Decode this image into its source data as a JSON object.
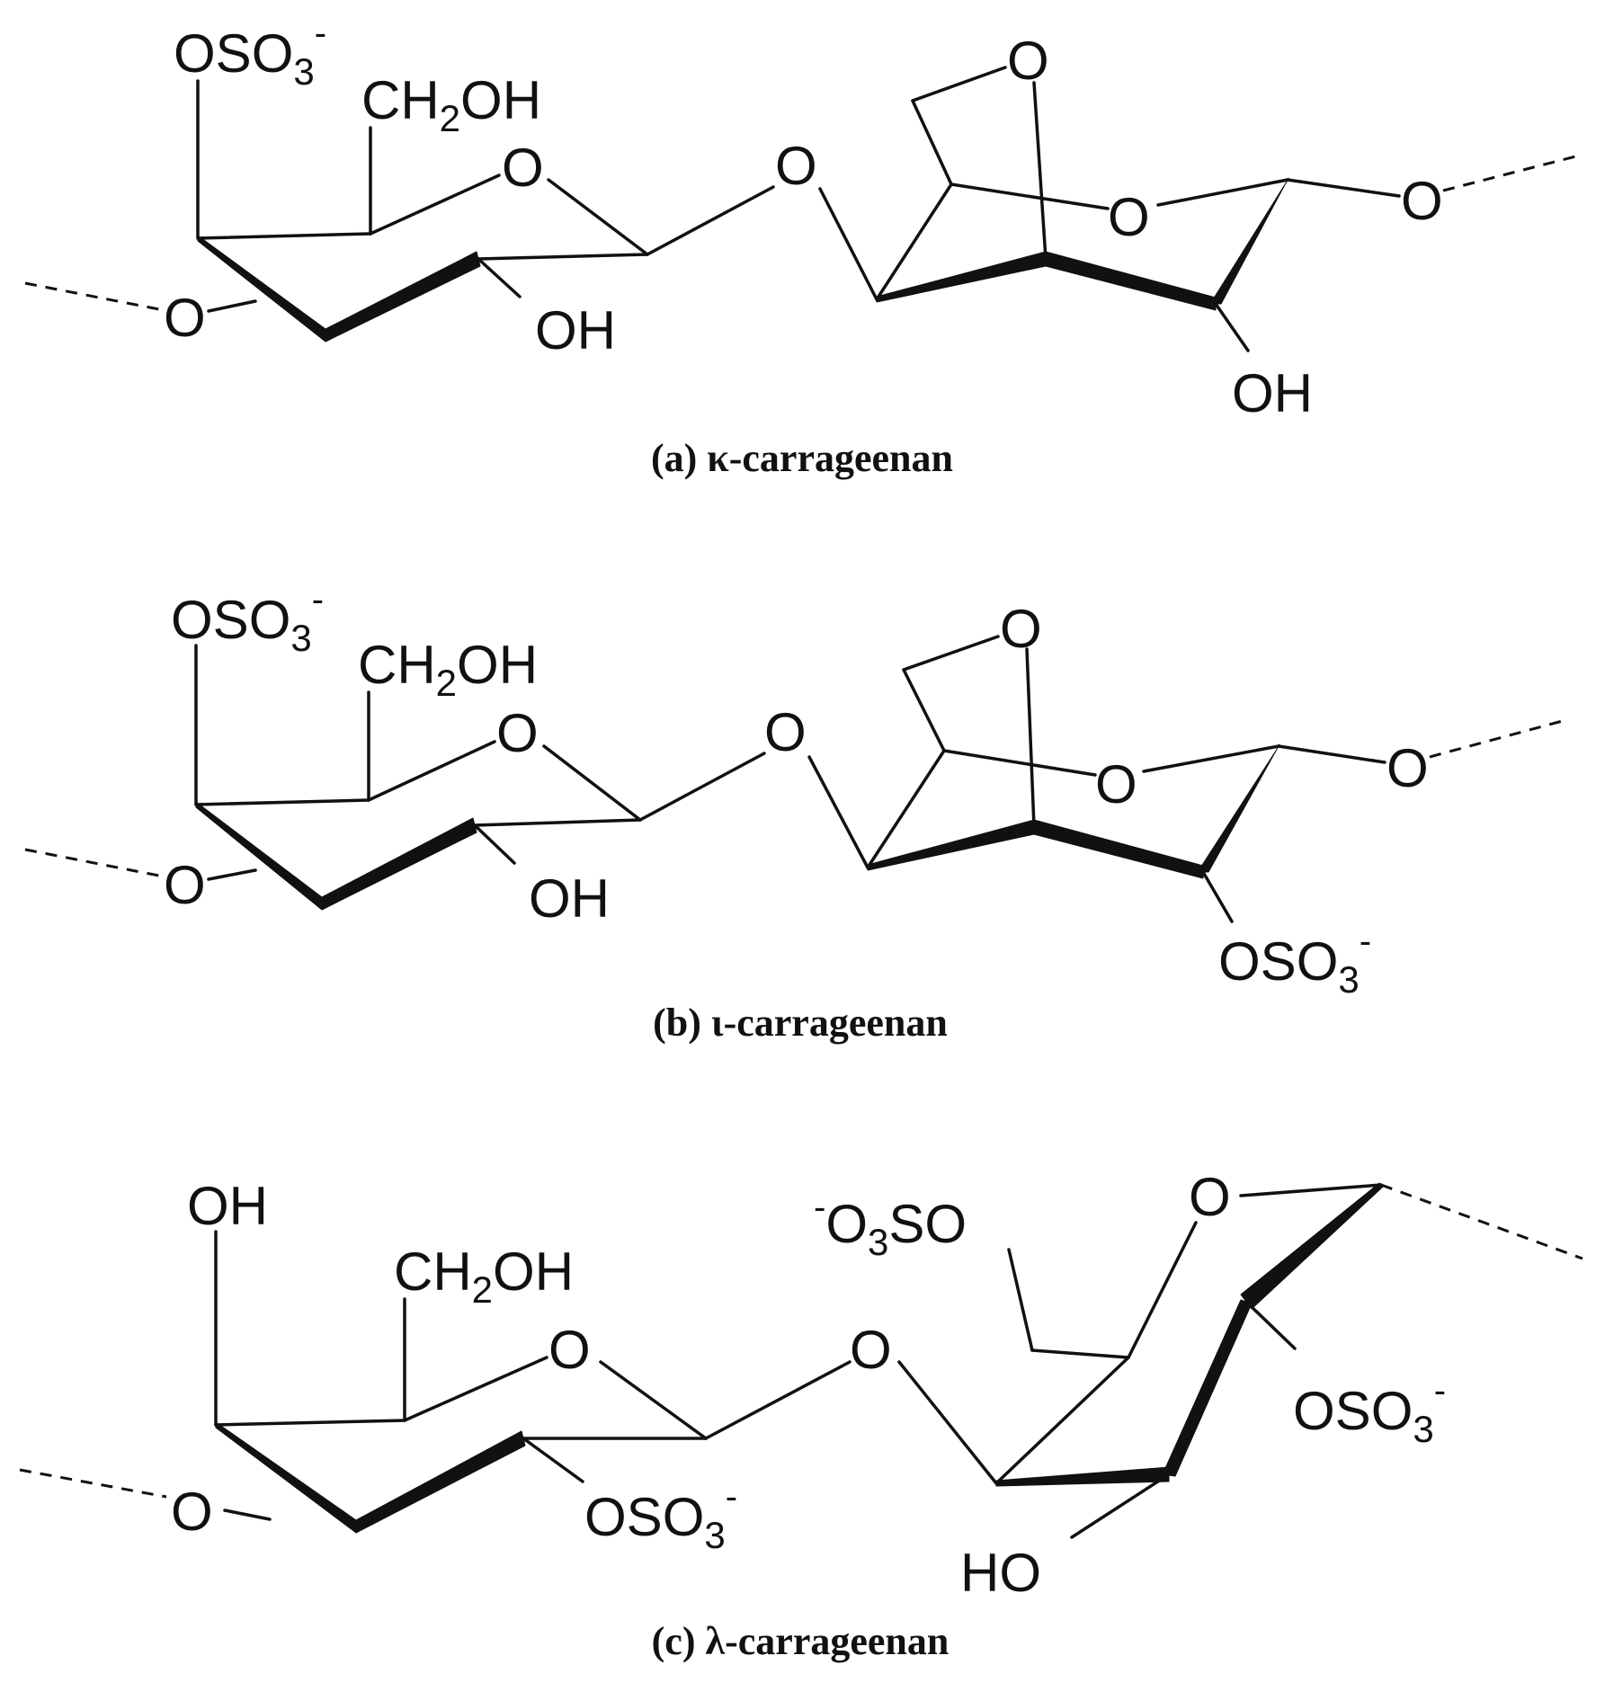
{
  "panels": [
    {
      "id": "a",
      "caption": "(a) κ-carrageenan",
      "labels": {
        "sulfate_top": {
          "main": "OSO",
          "sub": "3",
          "sup": "-"
        },
        "ch2oh": {
          "pre": "CH",
          "sub": "2",
          "post": "OH"
        },
        "ring_o1": "O",
        "oh1": "OH",
        "o_left": "O",
        "o_glyco": "O",
        "o_bridge": "O",
        "ring_o2": "O",
        "o_right": "O",
        "oh2": "OH"
      }
    },
    {
      "id": "b",
      "caption": "(b) ι-carrageenan",
      "labels": {
        "sulfate_top": {
          "main": "OSO",
          "sub": "3",
          "sup": "-"
        },
        "ch2oh": {
          "pre": "CH",
          "sub": "2",
          "post": "OH"
        },
        "ring_o1": "O",
        "oh1": "OH",
        "o_left": "O",
        "o_glyco": "O",
        "o_bridge": "O",
        "ring_o2": "O",
        "o_right": "O",
        "sulfate_bottom": {
          "main": "OSO",
          "sub": "3",
          "sup": "-"
        }
      }
    },
    {
      "id": "c",
      "caption": "(c) λ-carrageenan",
      "labels": {
        "oh_top": "OH",
        "ch2oh": {
          "pre": "CH",
          "sub": "2",
          "post": "OH"
        },
        "ring_o1": "O",
        "o_left": "O",
        "sulfate_c2": {
          "main": "OSO",
          "sub": "3",
          "sup": "-"
        },
        "o_glyco": "O",
        "sulfate_c6": {
          "sup": "-",
          "pre": "O",
          "sub": "3",
          "post": "SO"
        },
        "ring_o2": "O",
        "sulfate_c3": {
          "main": "OSO",
          "sub": "3",
          "sup": "-"
        },
        "ho": "HO"
      }
    }
  ]
}
